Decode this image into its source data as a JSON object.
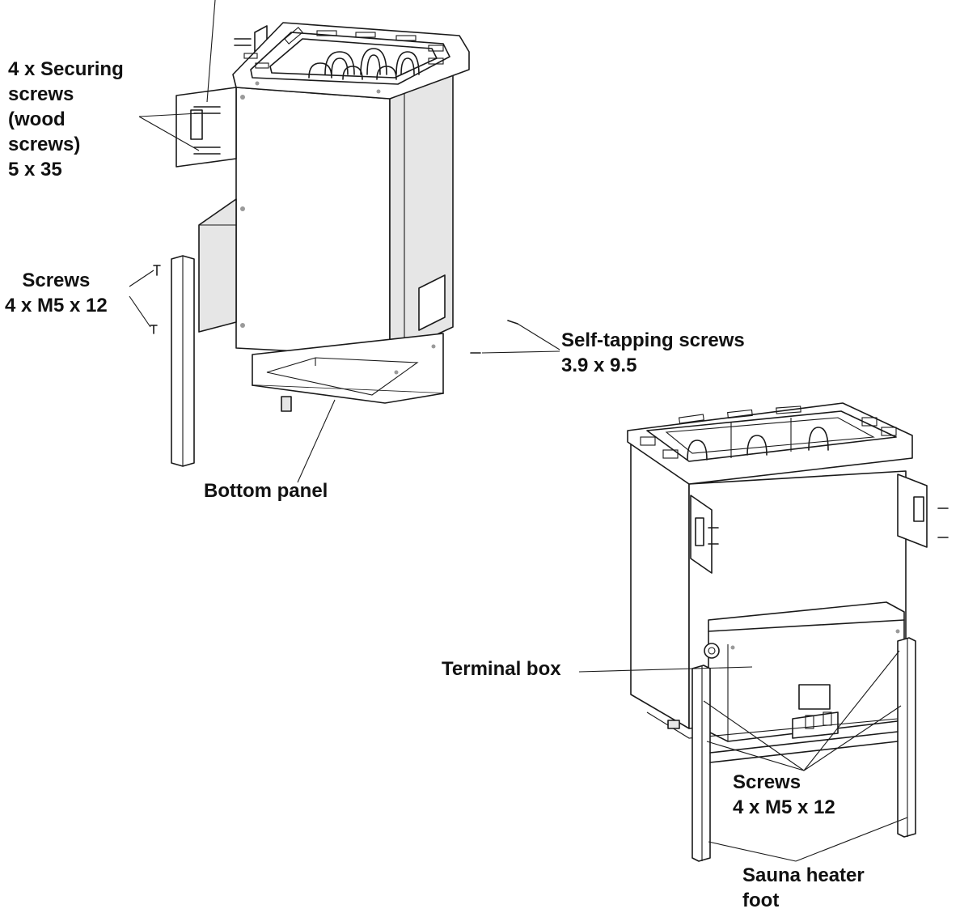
{
  "labels": {
    "securing_screws": "4 x Securing\nscrews\n(wood\nscrews)\n5 x 35",
    "screws_left": "Screws\n4 x M5 x 12",
    "self_tapping": "Self-tapping screws\n3.9 x 9.5",
    "bottom_panel": "Bottom panel",
    "terminal_box": "Terminal box",
    "screws_right": "Screws\n4 x M5 x 12",
    "heater_foot": "Sauna heater\nfoot"
  }
}
